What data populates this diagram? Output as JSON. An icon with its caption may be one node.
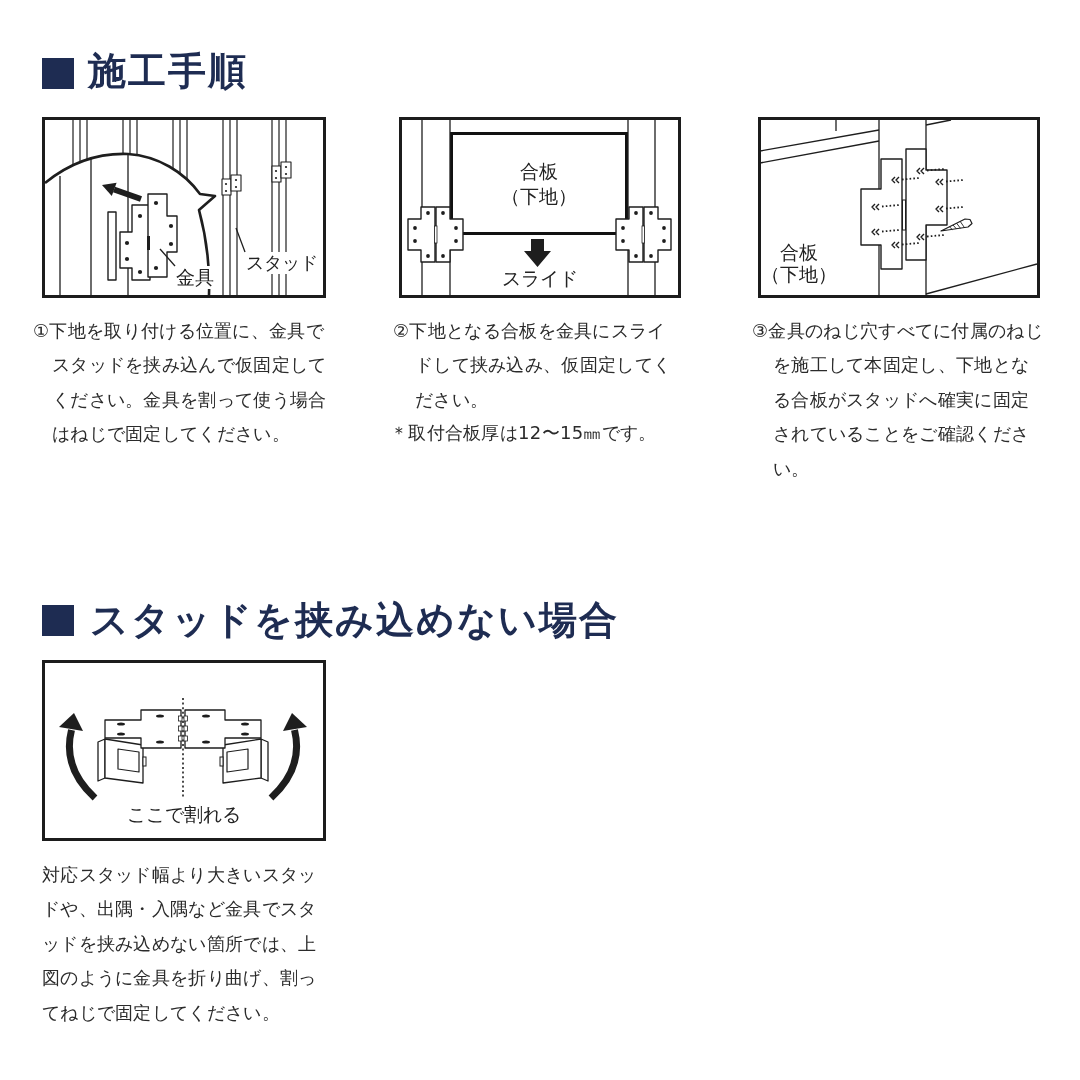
{
  "diagram": {
    "nodes": [
      {
        "text": [],
        "shape": "picture",
        "beside": [
          "①下地を取り付ける位置に、金具でスタッドを挟み込んで仮固定してください。金具を割って使う場合はねじで固定してください。"
        ]
      },
      {
        "text": [
          "金具"
        ],
        "in": 0
      },
      {
        "text": [
          "スタッド"
        ],
        "in": 0
      },
      {
        "text": [],
        "shape": "picture",
        "beside": [
          "②下地となる合板を金具にスライドして挟み込み、仮固定してください。",
          "＊取付合板厚は12〜15㎜です。"
        ]
      },
      {
        "text": [
          "合板（下地）"
        ],
        "in": 3
      },
      {
        "text": [],
        "shape": "picture",
        "beside": [
          "③金具のねじ穴すべてに付属のねじを施工して本固定し、下地となる合板がスタッドへ確実に固定されていることをご確認ください。"
        ]
      },
      {
        "text": [],
        "shape": "picture",
        "beside": [
          "対応スタッド幅より大きいスタッドや、出隅・入隅など金具でスタッドを挟み込めない箇所では、上図のように金具を折り曲げ、割ってねじで固定してください。"
        ]
      }
    ],
    "edges": [
      {
        "from": 1,
        "to": null,
        "arrow": "none"
      },
      {
        "from": 2,
        "to": null,
        "arrow": "none"
      }
    ],
    "labels": [
      "施工手順",
      "スライド",
      "合板（下地）",
      "スタッドを挟み込めない場合",
      "ここで割れる"
    ]
  }
}
